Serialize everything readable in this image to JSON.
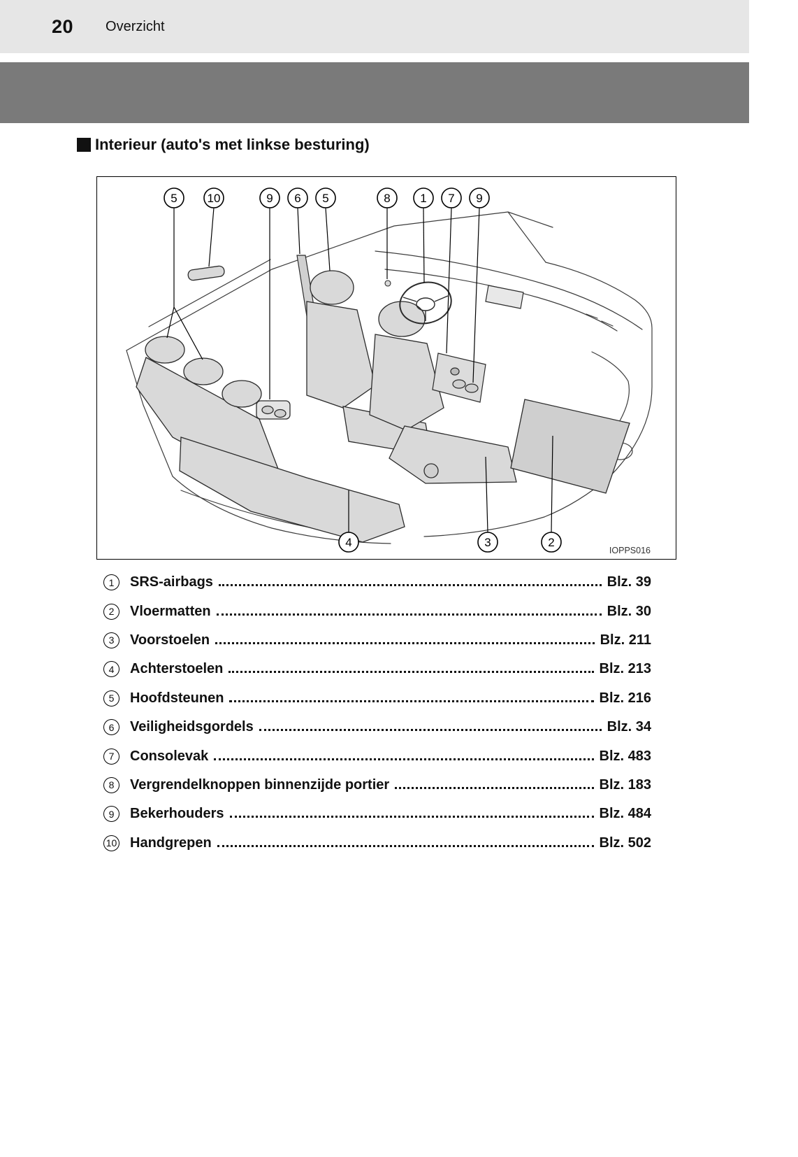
{
  "header": {
    "page_number": "20",
    "section": "Overzicht"
  },
  "title": "Interieur (auto's met linkse besturing)",
  "figure": {
    "code": "IOPPS016",
    "top_callouts": [
      "5",
      "10",
      "9",
      "6",
      "5",
      "8",
      "1",
      "7",
      "9"
    ],
    "bottom_callouts": [
      "4",
      "3",
      "2"
    ]
  },
  "legend": {
    "items": [
      {
        "num": "1",
        "label": "SRS-airbags",
        "page": "Blz. 39"
      },
      {
        "num": "2",
        "label": "Vloermatten",
        "page": "Blz. 30"
      },
      {
        "num": "3",
        "label": "Voorstoelen",
        "page": "Blz. 211"
      },
      {
        "num": "4",
        "label": "Achterstoelen",
        "page": "Blz. 213"
      },
      {
        "num": "5",
        "label": "Hoofdsteunen",
        "page": "Blz. 216"
      },
      {
        "num": "6",
        "label": "Veiligheidsgordels",
        "page": "Blz. 34"
      },
      {
        "num": "7",
        "label": "Consolevak",
        "page": "Blz. 483"
      },
      {
        "num": "8",
        "label": "Vergrendelknoppen binnenzijde portier",
        "page": "Blz. 183"
      },
      {
        "num": "9",
        "label": "Bekerhouders",
        "page": "Blz. 484"
      },
      {
        "num": "10",
        "label": "Handgrepen",
        "page": "Blz. 502"
      }
    ]
  }
}
